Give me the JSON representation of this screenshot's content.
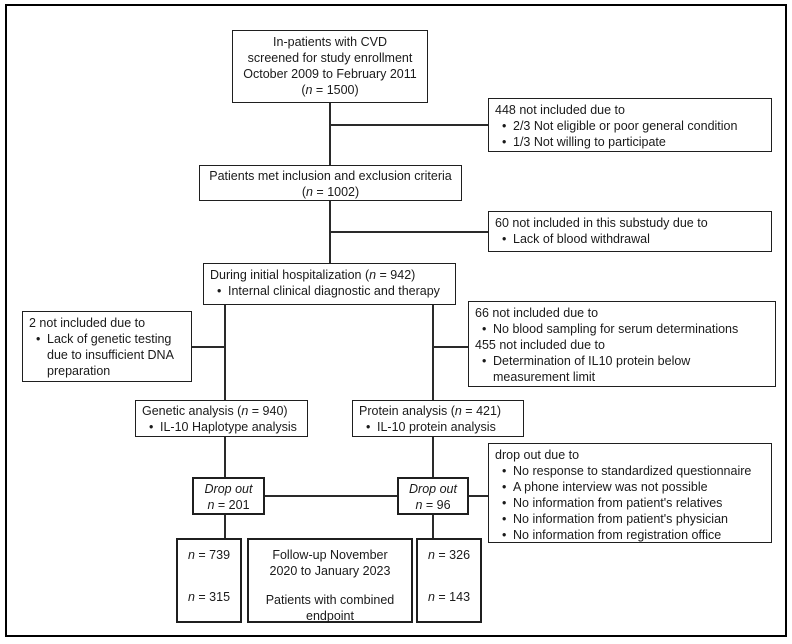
{
  "glyphs": {
    "bullet": "•"
  },
  "boxes": {
    "screened": {
      "line1": "In-patients with CVD",
      "line2": "screened for study enrollment",
      "line3": "October 2009 to February 2011",
      "n_pre": "(",
      "n": "n",
      "n_post": " = 1500)"
    },
    "excluded_448": {
      "header": "448 not included due to",
      "bullets": [
        "2/3 Not eligible or poor general condition",
        "1/3 Not willing to participate"
      ]
    },
    "criteria": {
      "line1": "Patients met inclusion and exclusion criteria",
      "n_pre": "(",
      "n": "n",
      "n_post": " = 1002)"
    },
    "excluded_60": {
      "header": "60 not included in this substudy due to",
      "bullets": [
        "Lack of blood withdrawal"
      ]
    },
    "hospitalization": {
      "title_pre": "During initial hospitalization (",
      "n": "n",
      "title_post": " = 942)",
      "bullets": [
        "Internal clinical diagnostic and therapy"
      ]
    },
    "excluded_2": {
      "header": "2 not included due to",
      "bullets": [
        "Lack of genetic testing due to insufficient DNA preparation"
      ]
    },
    "excluded_66_455": {
      "header1": "66 not included due to",
      "bullet1": "No blood sampling for serum determinations",
      "header2": "455 not included due to",
      "bullet2": "Determination of IL10 protein below measurement limit"
    },
    "genetic": {
      "title_pre": "Genetic analysis (",
      "n": "n",
      "title_post": " = 940)",
      "bullets": [
        "IL-10 Haplotype analysis"
      ]
    },
    "protein": {
      "title_pre": "Protein analysis (",
      "n": "n",
      "title_post": " = 421)",
      "bullets": [
        "IL-10 protein analysis"
      ]
    },
    "dropout_reasons": {
      "header": "drop out due to",
      "bullets": [
        "No response to standardized questionnaire",
        "A phone interview was not possible",
        "No information from patient's relatives",
        "No information from patient's physician",
        "No information from registration office"
      ]
    },
    "dropout_genetic": {
      "label": "Drop out",
      "n": "n",
      "n_post": " = 201"
    },
    "dropout_protein": {
      "label": "Drop out",
      "n": "n",
      "n_post": " = 96"
    },
    "genetic_final": {
      "n1": "n",
      "n1_post": " = 739",
      "n2": "n",
      "n2_post": " = 315"
    },
    "followup": {
      "line1": "Follow-up November",
      "line2": "2020 to January 2023",
      "line3": "Patients with combined",
      "line4": "endpoint"
    },
    "protein_final": {
      "n1": "n",
      "n1_post": " = 326",
      "n2": "n",
      "n2_post": " = 143"
    }
  }
}
